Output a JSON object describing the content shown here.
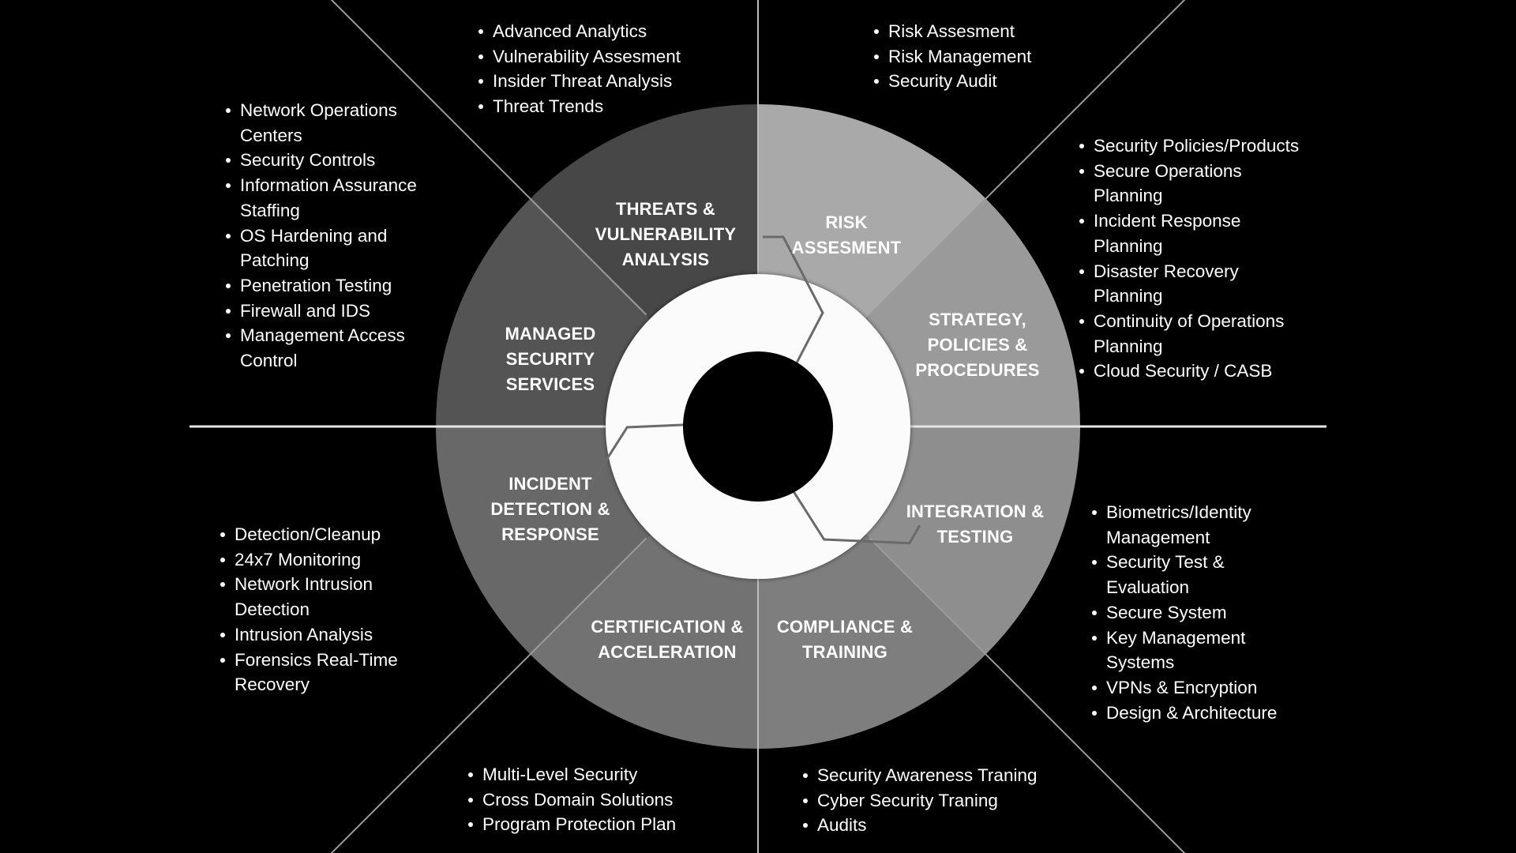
{
  "colors": {
    "background": "#000000",
    "segments": [
      "#a9a9a9",
      "#9a9a9a",
      "#8e8e8e",
      "#7e7e7e",
      "#727272",
      "#686868",
      "#545454",
      "#474747"
    ],
    "cycle": "#ffffff",
    "divider": "#e6e6e6"
  },
  "segments": [
    {
      "id": "risk",
      "label": "RISK\nASSESMENT"
    },
    {
      "id": "strategy",
      "label": "STRATEGY,\nPOLICIES &\nPROCEDURES"
    },
    {
      "id": "integration",
      "label": "INTEGRATION &\nTESTING"
    },
    {
      "id": "compliance",
      "label": "COMPLIANCE &\nTRAINING"
    },
    {
      "id": "certification",
      "label": "CERTIFICATION &\nACCELERATION"
    },
    {
      "id": "incident",
      "label": "INCIDENT\nDETECTION &\nRESPONSE"
    },
    {
      "id": "managed",
      "label": "MANAGED\nSECURITY\nSERVICES"
    },
    {
      "id": "threats",
      "label": "THREATS &\nVULNERABILITY\nANALYSIS"
    }
  ],
  "lists": {
    "threats": [
      "Advanced Analytics",
      "Vulnerability Assesment",
      "Insider Threat Analysis",
      "Threat Trends"
    ],
    "risk": [
      "Risk Assesment",
      "Risk Management",
      "Security Audit"
    ],
    "managed": [
      "Network Operations\nCenters",
      "Security Controls",
      "Information Assurance\nStaffing",
      "OS Hardening and\nPatching",
      "Penetration Testing",
      "Firewall and IDS",
      "Management Access\nControl"
    ],
    "strategy": [
      "Security Policies/Products",
      "Secure Operations\nPlanning",
      "Incident Response\nPlanning",
      "Disaster Recovery\nPlanning",
      "Continuity of Operations\nPlanning",
      "Cloud Security / CASB"
    ],
    "incident": [
      "Detection/Cleanup",
      "24x7 Monitoring",
      "Network Intrusion\nDetection",
      "Intrusion Analysis",
      "Forensics Real-Time\nRecovery"
    ],
    "integration": [
      "Biometrics/Identity\nManagement",
      "Security Test &\nEvaluation",
      "Secure System",
      "Key Management\nSystems",
      "VPNs & Encryption",
      "Design & Architecture"
    ],
    "certification": [
      "Multi-Level Security",
      "Cross Domain Solutions",
      "Program Protection Plan"
    ],
    "compliance": [
      "Security Awareness Traning",
      "Cyber Security Traning",
      "Audits"
    ]
  }
}
